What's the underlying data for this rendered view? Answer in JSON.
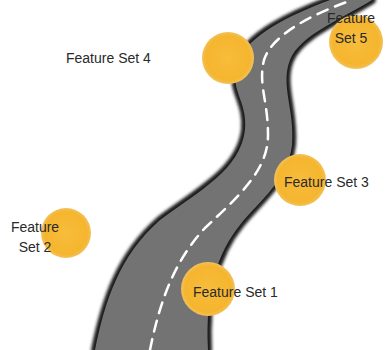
{
  "diagram": {
    "nodes": [
      {
        "text": [
          "Feature Set 4"
        ]
      },
      {
        "text": [
          "Feature Set 5"
        ]
      },
      {
        "text": [
          "Feature Set 3"
        ]
      },
      {
        "text": [
          "Feature Set 2"
        ]
      },
      {
        "text": [
          "Feature Set 1"
        ]
      }
    ]
  }
}
